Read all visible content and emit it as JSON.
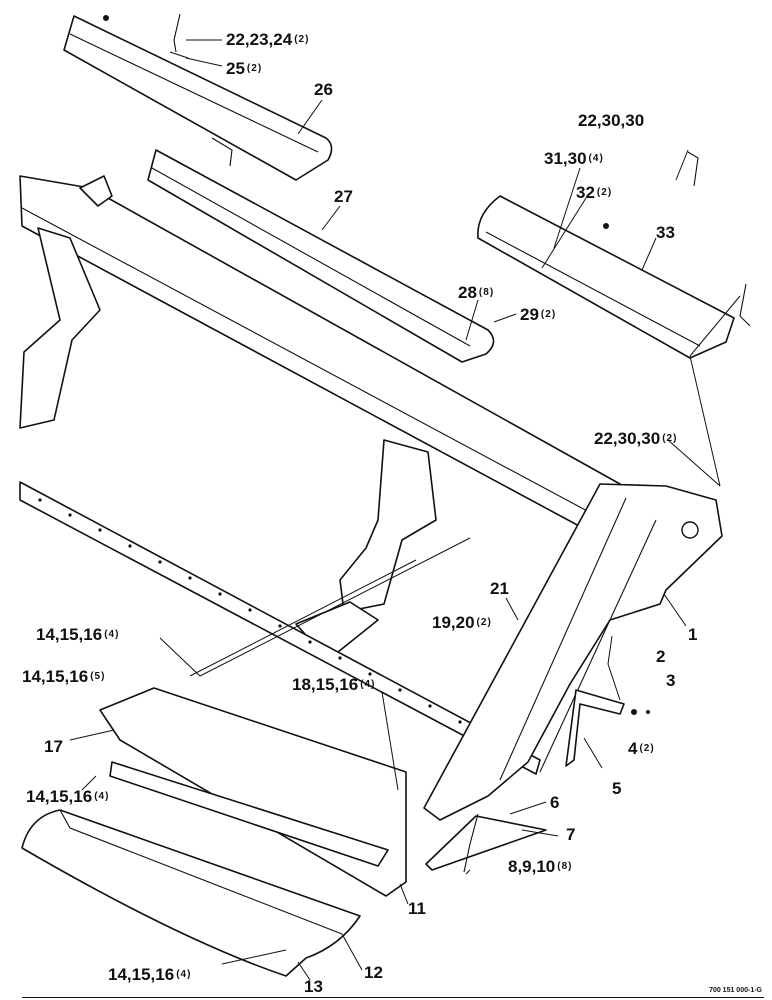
{
  "figure": {
    "id": "700 151 000-1-G",
    "callouts": [
      {
        "ref": "22,23,24",
        "qty": "(2)"
      },
      {
        "ref": "25",
        "qty": "(2)"
      },
      {
        "ref": "26",
        "qty": ""
      },
      {
        "ref": "27",
        "qty": ""
      },
      {
        "ref": "22,30,30",
        "qty": ""
      },
      {
        "ref": "31,30",
        "qty": "(4)"
      },
      {
        "ref": "32",
        "qty": "(2)"
      },
      {
        "ref": "33",
        "qty": ""
      },
      {
        "ref": "28",
        "qty": "(8)"
      },
      {
        "ref": "29",
        "qty": "(2)"
      },
      {
        "ref": "22,30,30",
        "qty": "(2)"
      },
      {
        "ref": "21",
        "qty": ""
      },
      {
        "ref": "19,20",
        "qty": "(2)"
      },
      {
        "ref": "1",
        "qty": ""
      },
      {
        "ref": "2",
        "qty": ""
      },
      {
        "ref": "3",
        "qty": ""
      },
      {
        "ref": "4",
        "qty": "(2)"
      },
      {
        "ref": "5",
        "qty": ""
      },
      {
        "ref": "14,15,16",
        "qty": "(4)"
      },
      {
        "ref": "14,15,16",
        "qty": "(5)"
      },
      {
        "ref": "18,15,16",
        "qty": "(4)"
      },
      {
        "ref": "17",
        "qty": ""
      },
      {
        "ref": "14,15,16",
        "qty": "(4)"
      },
      {
        "ref": "6",
        "qty": ""
      },
      {
        "ref": "7",
        "qty": ""
      },
      {
        "ref": "8,9,10",
        "qty": "(8)"
      },
      {
        "ref": "11",
        "qty": ""
      },
      {
        "ref": "12",
        "qty": ""
      },
      {
        "ref": "13",
        "qty": ""
      },
      {
        "ref": "14,15,16",
        "qty": "(4)"
      }
    ]
  }
}
